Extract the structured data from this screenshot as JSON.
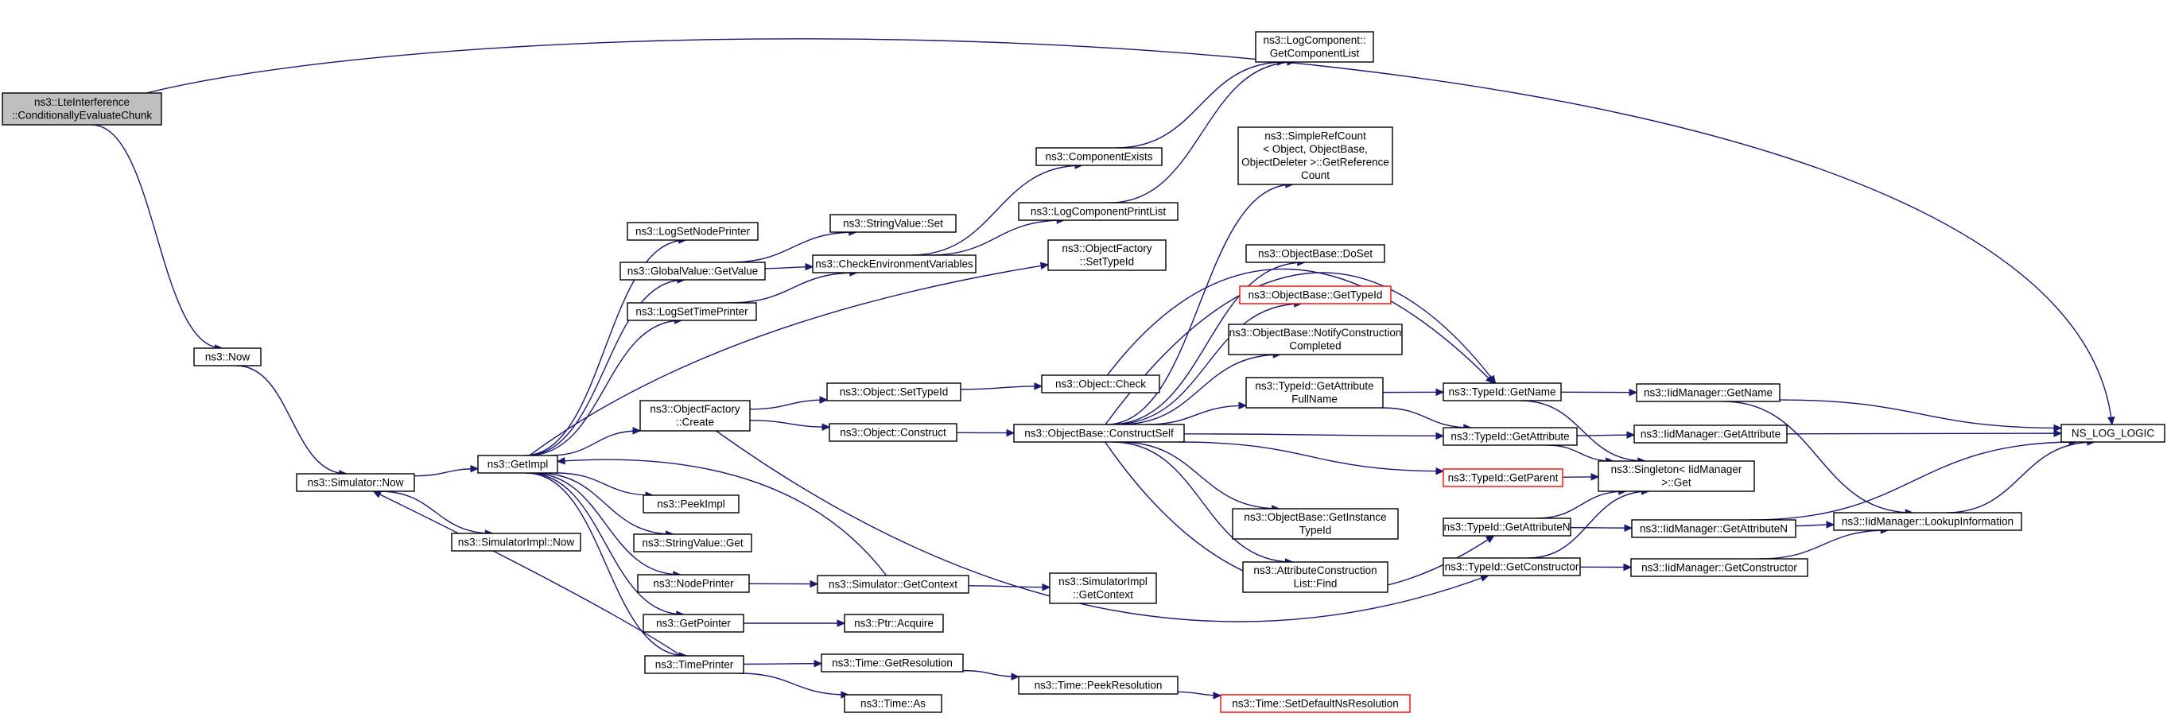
{
  "diagram": {
    "title": "",
    "colors": {
      "edge": "#191970",
      "box_border": "#000000",
      "root_fill": "#bfbfbf",
      "warn_border": "#ff0000"
    },
    "nodes": [
      {
        "id": "root",
        "lines": [
          "ns3::LteInterference",
          "::ConditionallyEvaluateChunk"
        ]
      },
      {
        "id": "now",
        "lines": [
          "ns3::Now"
        ]
      },
      {
        "id": "simnow",
        "lines": [
          "ns3::Simulator::Now"
        ]
      },
      {
        "id": "simimplnow",
        "lines": [
          "ns3::SimulatorImpl::Now"
        ]
      },
      {
        "id": "getimpl",
        "lines": [
          "ns3::GetImpl"
        ]
      },
      {
        "id": "lognodeprinter",
        "lines": [
          "ns3::LogSetNodePrinter"
        ]
      },
      {
        "id": "globalvalue",
        "lines": [
          "ns3::GlobalValue::GetValue"
        ]
      },
      {
        "id": "logtimeprinter",
        "lines": [
          "ns3::LogSetTimePrinter"
        ]
      },
      {
        "id": "factorycreate",
        "lines": [
          "ns3::ObjectFactory",
          "::Create"
        ]
      },
      {
        "id": "peekimpl",
        "lines": [
          "ns3::PeekImpl"
        ]
      },
      {
        "id": "stringget",
        "lines": [
          "ns3::StringValue::Get"
        ]
      },
      {
        "id": "nodeprinter",
        "lines": [
          "ns3::NodePrinter"
        ]
      },
      {
        "id": "getpointer",
        "lines": [
          "ns3::GetPointer"
        ]
      },
      {
        "id": "timeprinter",
        "lines": [
          "ns3::TimePrinter"
        ]
      },
      {
        "id": "stringset",
        "lines": [
          "ns3::StringValue::Set"
        ]
      },
      {
        "id": "checkenv",
        "lines": [
          "ns3::CheckEnvironmentVariables"
        ]
      },
      {
        "id": "objsettypeid",
        "lines": [
          "ns3::Object::SetTypeId"
        ]
      },
      {
        "id": "objconstruct",
        "lines": [
          "ns3::Object::Construct"
        ]
      },
      {
        "id": "simgetcontext",
        "lines": [
          "ns3::Simulator::GetContext"
        ]
      },
      {
        "id": "ptracquire",
        "lines": [
          "ns3::Ptr::Acquire"
        ]
      },
      {
        "id": "timegetres",
        "lines": [
          "ns3::Time::GetResolution"
        ]
      },
      {
        "id": "timeas",
        "lines": [
          "ns3::Time::As"
        ]
      },
      {
        "id": "compexists",
        "lines": [
          "ns3::ComponentExists"
        ]
      },
      {
        "id": "logcompprint",
        "lines": [
          "ns3::LogComponentPrintList"
        ]
      },
      {
        "id": "factorysettypeid",
        "lines": [
          "ns3::ObjectFactory",
          "::SetTypeId"
        ]
      },
      {
        "id": "objcheck",
        "lines": [
          "ns3::Object::Check"
        ]
      },
      {
        "id": "constructself",
        "lines": [
          "ns3::ObjectBase::ConstructSelf"
        ]
      },
      {
        "id": "simimplgetctx",
        "lines": [
          "ns3::SimulatorImpl",
          "::GetContext"
        ]
      },
      {
        "id": "peekres",
        "lines": [
          "ns3::Time::PeekResolution"
        ]
      },
      {
        "id": "logcomplist",
        "lines": [
          "ns3::LogComponent::",
          "GetComponentList"
        ]
      },
      {
        "id": "refcount",
        "lines": [
          "ns3::SimpleRefCount",
          "< Object, ObjectBase,",
          "ObjectDeleter >::GetReference",
          "Count"
        ]
      },
      {
        "id": "doset",
        "lines": [
          "ns3::ObjectBase::DoSet"
        ]
      },
      {
        "id": "getobjtypeid",
        "lines": [
          "ns3::ObjectBase::GetTypeId"
        ]
      },
      {
        "id": "notifyconstr",
        "lines": [
          "ns3::ObjectBase::NotifyConstruction",
          "Completed"
        ]
      },
      {
        "id": "getattrfull",
        "lines": [
          "ns3::TypeId::GetAttribute",
          "FullName"
        ]
      },
      {
        "id": "getinsttypeid",
        "lines": [
          "ns3::ObjectBase::GetInstance",
          "TypeId"
        ]
      },
      {
        "id": "attrfind",
        "lines": [
          "ns3::AttributeConstruction",
          "List::Find"
        ]
      },
      {
        "id": "setdefres",
        "lines": [
          "ns3::Time::SetDefaultNsResolution"
        ]
      },
      {
        "id": "typeidgetname",
        "lines": [
          "ns3::TypeId::GetName"
        ]
      },
      {
        "id": "typeidgetattr",
        "lines": [
          "ns3::TypeId::GetAttribute"
        ]
      },
      {
        "id": "typeidgetparent",
        "lines": [
          "ns3::TypeId::GetParent"
        ]
      },
      {
        "id": "typeidgetattrn",
        "lines": [
          "ns3::TypeId::GetAttributeN"
        ]
      },
      {
        "id": "typeidgetctor",
        "lines": [
          "ns3::TypeId::GetConstructor"
        ]
      },
      {
        "id": "singletonget",
        "lines": [
          "ns3::Singleton< IidManager",
          ">::Get"
        ]
      },
      {
        "id": "iidgetname",
        "lines": [
          "ns3::IidManager::GetName"
        ]
      },
      {
        "id": "iidgetattr",
        "lines": [
          "ns3::IidManager::GetAttribute"
        ]
      },
      {
        "id": "iidgetattrn",
        "lines": [
          "ns3::IidManager::GetAttributeN"
        ]
      },
      {
        "id": "iidgetctor",
        "lines": [
          "ns3::IidManager::GetConstructor"
        ]
      },
      {
        "id": "iidlookup",
        "lines": [
          "ns3::IidManager::LookupInformation"
        ]
      },
      {
        "id": "nslog",
        "lines": [
          "NS_LOG_LOGIC"
        ]
      }
    ]
  }
}
